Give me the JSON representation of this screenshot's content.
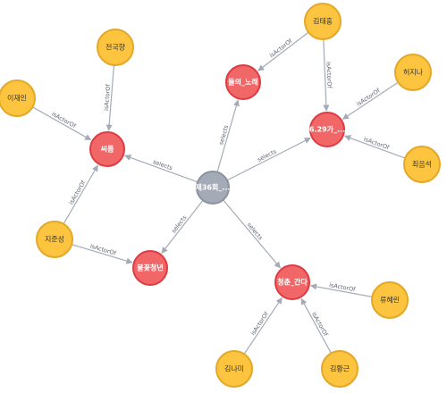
{
  "colors": {
    "actor_fill": "#fdc53f",
    "actor_stroke": "#e3a827",
    "movie_fill": "#f16667",
    "movie_stroke": "#dc3c42",
    "event_fill": "#a5abb6",
    "event_stroke": "#8d939e",
    "edge": "#a5abb6"
  },
  "graph": {
    "nodes": [
      {
        "id": "event",
        "label": "제36회_...",
        "kind": "event"
      },
      {
        "id": "m_ssireum",
        "label": "씨름",
        "kind": "movie"
      },
      {
        "id": "m_flower",
        "label": "들의_노래",
        "kind": "movie"
      },
      {
        "id": "m_629",
        "label": "6.29가_...",
        "kind": "movie"
      },
      {
        "id": "m_bulkkot",
        "label": "불꽃청년",
        "kind": "movie"
      },
      {
        "id": "m_youth",
        "label": "청춘_간다",
        "kind": "movie"
      },
      {
        "id": "a_jeonguk",
        "label": "전국향",
        "kind": "actor"
      },
      {
        "id": "a_ijaein",
        "label": "이재인",
        "kind": "actor"
      },
      {
        "id": "a_jijunseong",
        "label": "지준성",
        "kind": "actor"
      },
      {
        "id": "a_kimtaehong",
        "label": "김태홍",
        "kind": "actor"
      },
      {
        "id": "a_heojina",
        "label": "허지나",
        "kind": "actor"
      },
      {
        "id": "a_choeeumseok",
        "label": "최음석",
        "kind": "actor"
      },
      {
        "id": "a_ryuhyerin",
        "label": "류혜린",
        "kind": "actor"
      },
      {
        "id": "a_kimnami",
        "label": "김나미",
        "kind": "actor"
      },
      {
        "id": "a_kimhwangeun",
        "label": "김황근",
        "kind": "actor"
      }
    ],
    "edges": [
      {
        "from": "event",
        "to": "m_ssireum",
        "label": "selects"
      },
      {
        "from": "event",
        "to": "m_flower",
        "label": "selects"
      },
      {
        "from": "event",
        "to": "m_629",
        "label": "selects"
      },
      {
        "from": "event",
        "to": "m_bulkkot",
        "label": "selects"
      },
      {
        "from": "event",
        "to": "m_youth",
        "label": "selects"
      },
      {
        "from": "a_jeonguk",
        "to": "m_ssireum",
        "label": "isActorOf"
      },
      {
        "from": "a_ijaein",
        "to": "m_ssireum",
        "label": "isActorOf"
      },
      {
        "from": "a_jijunseong",
        "to": "m_ssireum",
        "label": "isActorOf"
      },
      {
        "from": "a_jijunseong",
        "to": "m_bulkkot",
        "label": "isActorOf"
      },
      {
        "from": "a_kimtaehong",
        "to": "m_flower",
        "label": "isActorOf"
      },
      {
        "from": "a_kimtaehong",
        "to": "m_629",
        "label": "isActorOf"
      },
      {
        "from": "a_heojina",
        "to": "m_629",
        "label": "isActorOf"
      },
      {
        "from": "a_choeeumseok",
        "to": "m_629",
        "label": "isActorOf"
      },
      {
        "from": "a_ryuhyerin",
        "to": "m_youth",
        "label": "isActorOf"
      },
      {
        "from": "a_kimnami",
        "to": "m_youth",
        "label": "isActorOf"
      },
      {
        "from": "a_kimhwangeun",
        "to": "m_youth",
        "label": "isActorOf"
      }
    ]
  }
}
